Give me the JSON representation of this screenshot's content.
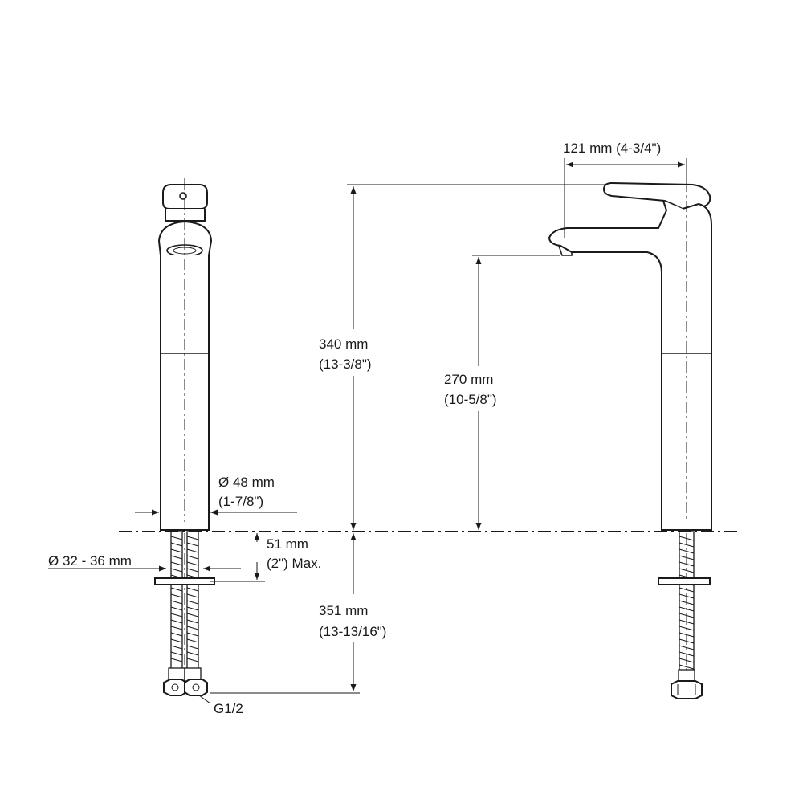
{
  "dimensions": {
    "spout_reach": "121 mm (4-3/4\")",
    "overall_height_mm": "340 mm",
    "overall_height_in": "(13-3/8\")",
    "spout_height_mm": "270 mm",
    "spout_height_in": "(10-5/8\")",
    "body_diameter_mm": "Ø 48 mm",
    "body_diameter_in": "(1-7/8\")",
    "deck_thickness_mm": "51 mm",
    "deck_thickness_in": "(2\") Max.",
    "hole_diameter": "Ø 32 - 36 mm",
    "hose_length_mm": "351 mm",
    "hose_length_in": "(13-13/16\")",
    "thread": "G1/2"
  }
}
